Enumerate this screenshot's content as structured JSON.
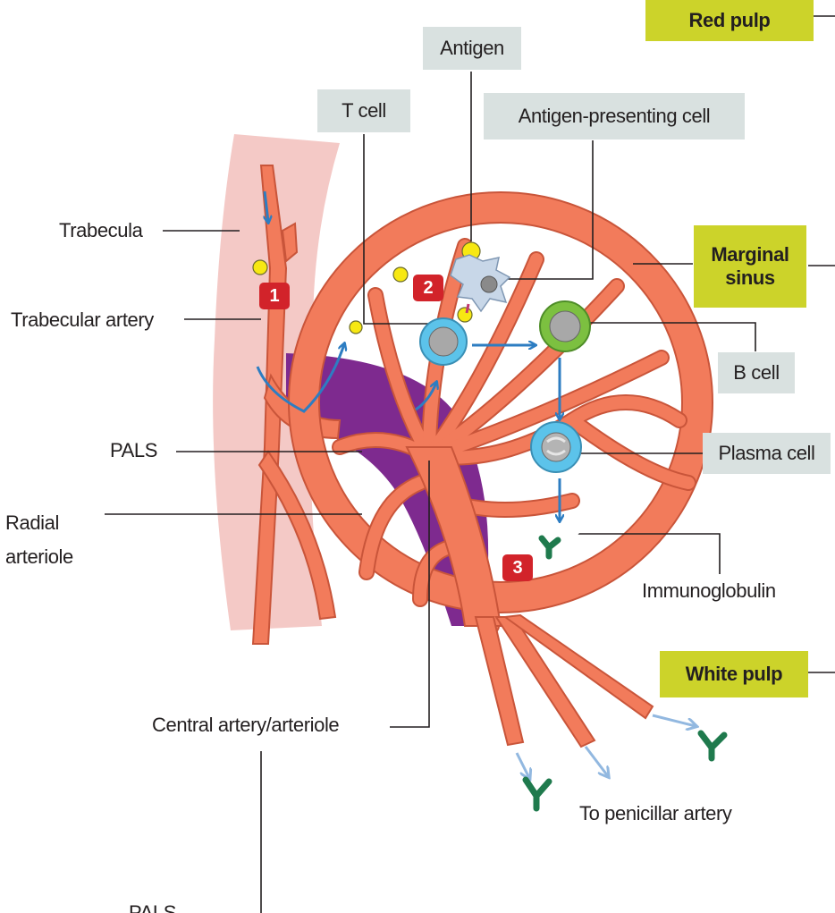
{
  "labels": {
    "red_pulp": "Red pulp",
    "antigen": "Antigen",
    "t_cell": "T cell",
    "antigen_presenting_cell": "Antigen-presenting cell",
    "trabecula": "Trabecula",
    "marginal_sinus": "Marginal sinus",
    "trabecular_artery": "Trabecular artery",
    "b_cell": "B cell",
    "pals": "PALS",
    "plasma_cell": "Plasma cell",
    "radial_arteriole": "Radial arteriole",
    "immunoglobulin": "Immunoglobulin",
    "white_pulp": "White pulp",
    "central_artery": "Central artery/arteriole",
    "penicillar_artery": "To penicillar artery",
    "pals_bottom": "PALS"
  },
  "markers": [
    "1",
    "2",
    "3"
  ],
  "colors": {
    "artery": "#f27b5b",
    "artery_outline": "#c9553a",
    "trabecula": "#f4c9c6",
    "pals": "#7e2a8f",
    "arrow": "#2d7dc2",
    "light_arrow": "#92b8e0",
    "label_box": "#d9e1e0",
    "highlight_box": "#ccd32a",
    "marker": "#d2232a",
    "antigen": "#f7e812",
    "t_cell": "#5cc3ea",
    "b_cell": "#7cc040",
    "immunoglobulin": "#1f7a4d"
  }
}
